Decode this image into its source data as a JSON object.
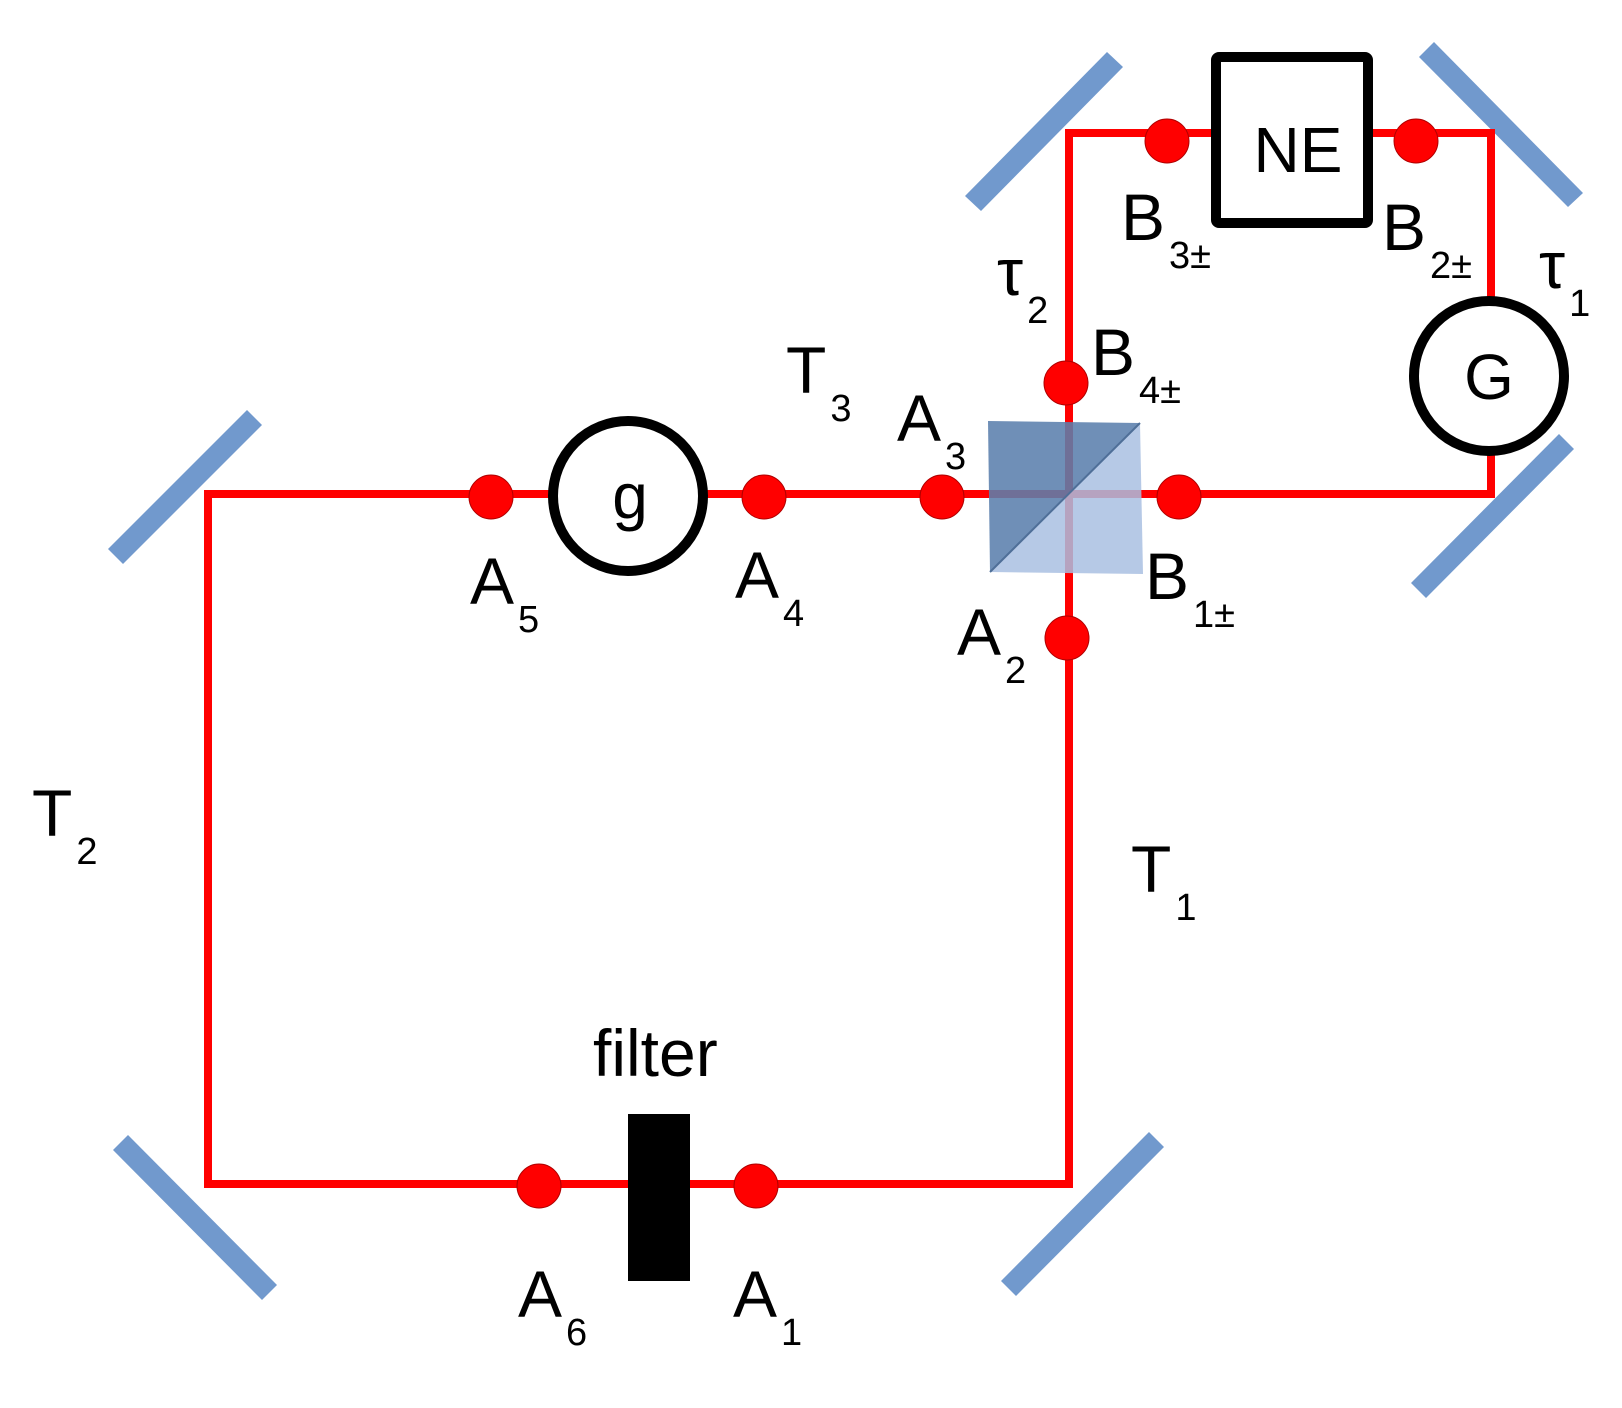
{
  "colors": {
    "beam": "#ff0000",
    "point": "#ff0000",
    "mirror": "#7199cd",
    "splitter_dark": "#5b7fad",
    "splitter_light": "#a9c0e2",
    "component_stroke": "#000000"
  },
  "components": {
    "small_gain": "g",
    "big_gain": "G",
    "ne_box": "NE",
    "filter": "filter"
  },
  "labels": {
    "A1": {
      "main": "A",
      "sub": "1"
    },
    "A2": {
      "main": "A",
      "sub": "2"
    },
    "A3": {
      "main": "A",
      "sub": "3"
    },
    "A4": {
      "main": "A",
      "sub": "4"
    },
    "A5": {
      "main": "A",
      "sub": "5"
    },
    "A6": {
      "main": "A",
      "sub": "6"
    },
    "B1": {
      "main": "B",
      "sub": "1±"
    },
    "B2": {
      "main": "B",
      "sub": "2±"
    },
    "B3": {
      "main": "B",
      "sub": "3±"
    },
    "B4": {
      "main": "B",
      "sub": "4±"
    },
    "T1": {
      "main": "T",
      "sub": "1"
    },
    "T2": {
      "main": "T",
      "sub": "2"
    },
    "T3": {
      "main": "T",
      "sub": "3"
    },
    "tau1": {
      "main": "τ",
      "sub": "1"
    },
    "tau2": {
      "main": "τ",
      "sub": "2"
    }
  }
}
